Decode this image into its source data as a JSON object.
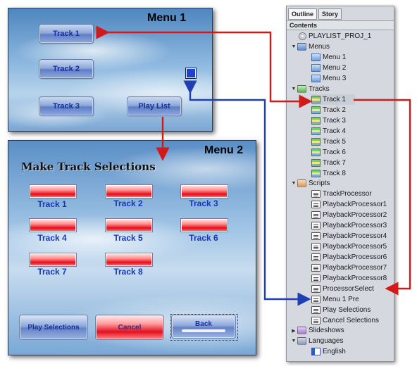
{
  "menu1": {
    "title": "Menu 1",
    "buttons": [
      "Track 1",
      "Track 2",
      "Track 3",
      "Play List"
    ]
  },
  "menu2": {
    "title": "Menu 2",
    "heading": "Make Track Selections",
    "tracks": [
      "Track 1",
      "Track 2",
      "Track 3",
      "Track 4",
      "Track 5",
      "Track 6",
      "Track 7",
      "Track 8"
    ],
    "bottom_buttons": [
      "Play Selections",
      "Cancel",
      "Back"
    ]
  },
  "outline": {
    "tabs": [
      "Outline",
      "Story"
    ],
    "contents_label": "Contents",
    "project": "PLAYLIST_PROJ_1",
    "groups": {
      "menus": "Menus",
      "tracks": "Tracks",
      "scripts": "Scripts",
      "slideshows": "Slideshows",
      "languages": "Languages"
    },
    "menus": [
      "Menu 1",
      "Menu 2",
      "Menu 3"
    ],
    "tracks": [
      "Track 1",
      "Track 2",
      "Track 3",
      "Track 4",
      "Track 5",
      "Track 6",
      "Track 7",
      "Track 8"
    ],
    "scripts": [
      "TrackProcessor",
      "PlaybackProcessor1",
      "PlaybackProcessor2",
      "PlaybackProcessor3",
      "PlaybackProcessor4",
      "PlaybackProcessor5",
      "PlaybackProcessor6",
      "PlaybackProcessor7",
      "PlaybackProcessor8",
      "ProcessorSelect",
      "Menu 1 Pre",
      "Play Selections",
      "Cancel Selections"
    ],
    "languages": [
      "English"
    ]
  },
  "colors": {
    "red_arrow": "#d11a1a",
    "blue_arrow": "#1f3fb5",
    "track_label": "#1a36b8"
  }
}
